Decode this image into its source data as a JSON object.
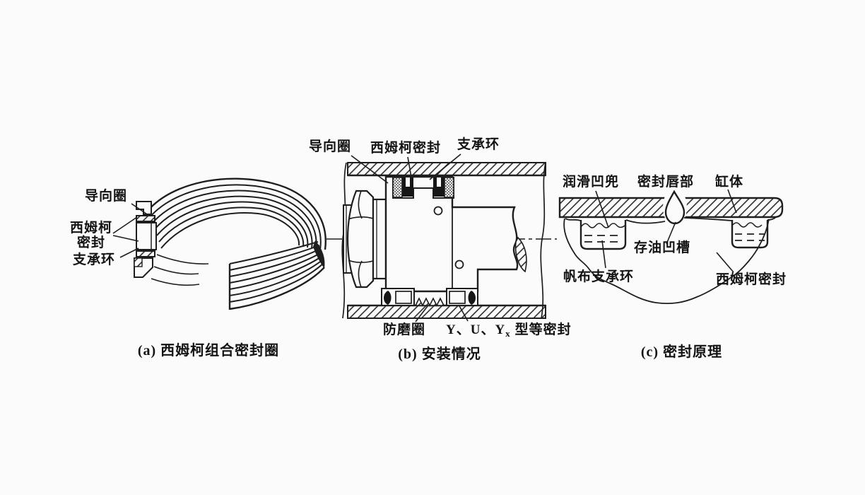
{
  "figure": {
    "background_color": "#fbfbfb",
    "line_color": "#1e1e1e"
  },
  "panel_a": {
    "caption": "(a) 西姆柯组合密封圈",
    "labels": {
      "guide_ring": "导向圈",
      "seal_line1": "西姆柯",
      "seal_line2": "密封",
      "support_ring": "支承环"
    }
  },
  "panel_b": {
    "caption": "(b) 安装情况",
    "labels": {
      "guide_ring": "导向圈",
      "simko_seal": "西姆柯密封",
      "support_ring": "支承环",
      "wear_ring": "防磨圈",
      "seal_types_prefix": "Y、U、Y",
      "seal_types_sub": "x",
      "seal_types_suffix": "型等密封"
    }
  },
  "panel_c": {
    "caption": "(c) 密封原理",
    "labels": {
      "lube_pocket": "润滑凹兜",
      "seal_lip": "密封唇部",
      "cylinder_body": "缸体",
      "oil_groove": "存油凹槽",
      "canvas_support_ring": "帆布支承环",
      "simko_seal": "西姆柯密封"
    }
  }
}
